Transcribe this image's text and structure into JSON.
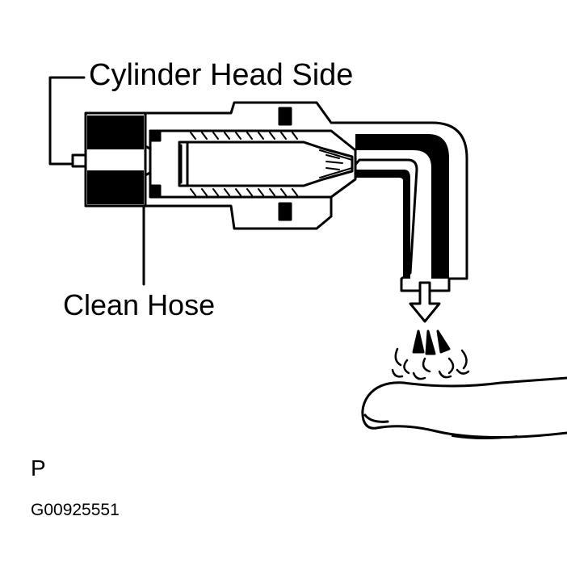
{
  "labels": {
    "cylinder_head_side": "Cylinder Head Side",
    "clean_hose": "Clean Hose",
    "view_letter": "P",
    "figure_code": "G00925551"
  },
  "colors": {
    "ink": "#000000",
    "paper": "#ffffff"
  }
}
